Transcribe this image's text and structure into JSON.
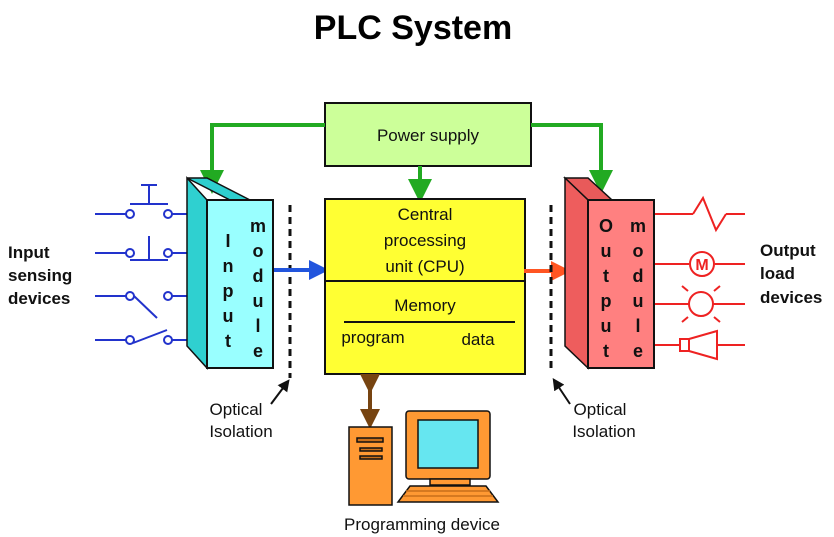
{
  "title": "PLC System",
  "power_supply": "Power supply",
  "input_module": {
    "word1": [
      "I",
      "n",
      "p",
      "u",
      "t"
    ],
    "word2": [
      "m",
      "o",
      "d",
      "u",
      "l",
      "e"
    ]
  },
  "output_module": {
    "word1": [
      "O",
      "u",
      "t",
      "p",
      "u",
      "t"
    ],
    "word2": [
      "m",
      "o",
      "d",
      "u",
      "l",
      "e"
    ]
  },
  "cpu": {
    "line1": "Central",
    "line2": "processing",
    "line3": "unit (CPU)"
  },
  "memory": {
    "title": "Memory",
    "program": "program",
    "data": "data"
  },
  "input_devices": {
    "line1": "Input",
    "line2": "sensing",
    "line3": "devices"
  },
  "output_devices": {
    "line1": "Output",
    "line2": "load",
    "line3": "devices"
  },
  "isolation_left": {
    "line1": "Optical",
    "line2": "Isolation"
  },
  "isolation_right": {
    "line1": "Optical",
    "line2": "Isolation"
  },
  "motor_symbol": "M",
  "programming_device": "Programming device",
  "colors": {
    "power_box": "#ccff99",
    "input_module": "#99ffff",
    "output_module": "#ff8080",
    "cpu_box": "#ffff33",
    "power_arrow": "#22aa22",
    "input_arrow": "#2255dd",
    "output_arrow": "#ff5522",
    "link_arrow": "#774411",
    "input_wire": "#2233cc",
    "output_wire": "#ee2222",
    "computer": "#ff9933"
  }
}
